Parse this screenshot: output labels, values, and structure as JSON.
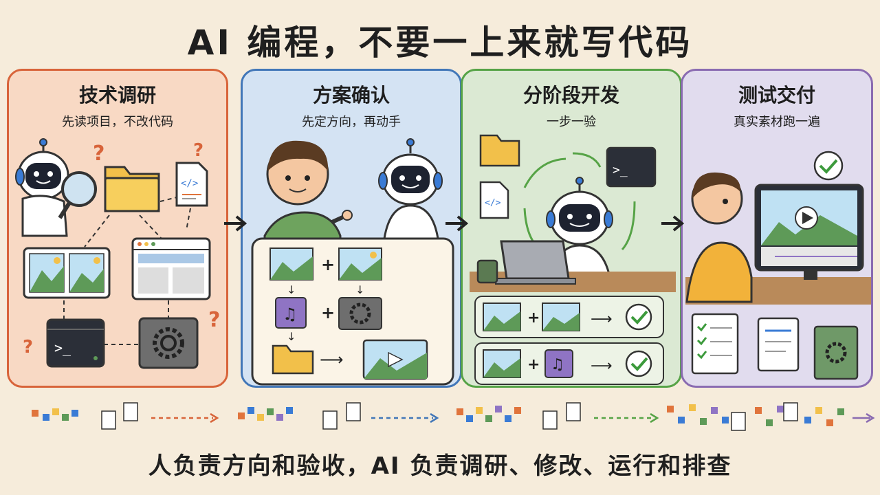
{
  "title": "AI 编程，不要一上来就写代码",
  "footer": "人负责方向和验收，AI 负责调研、修改、运行和排查",
  "stages": [
    {
      "title": "技术调研",
      "subtitle": "先读项目，不改代码",
      "color": "#d8643a",
      "icons": [
        "robot-icon",
        "magnifier-icon",
        "folder-icon",
        "code-file-icon",
        "image-icon",
        "browser-icon",
        "terminal-icon",
        "gear-icon",
        "question-icon"
      ]
    },
    {
      "title": "方案确认",
      "subtitle": "先定方向，再动手",
      "color": "#4277b8",
      "icons": [
        "person-icon",
        "robot-icon",
        "image-icon",
        "music-icon",
        "gear-icon",
        "folder-icon",
        "video-icon"
      ]
    },
    {
      "title": "分阶段开发",
      "subtitle": "一步一验",
      "color": "#56a346",
      "icons": [
        "folder-icon",
        "code-file-icon",
        "terminal-icon",
        "robot-icon",
        "laptop-icon",
        "mug-icon",
        "check-icon"
      ]
    },
    {
      "title": "测试交付",
      "subtitle": "真实素材跑一遍",
      "color": "#8a6bb1",
      "icons": [
        "check-icon",
        "person-icon",
        "monitor-icon",
        "play-icon",
        "checklist-icon",
        "document-icon",
        "gear-book-icon"
      ]
    }
  ]
}
